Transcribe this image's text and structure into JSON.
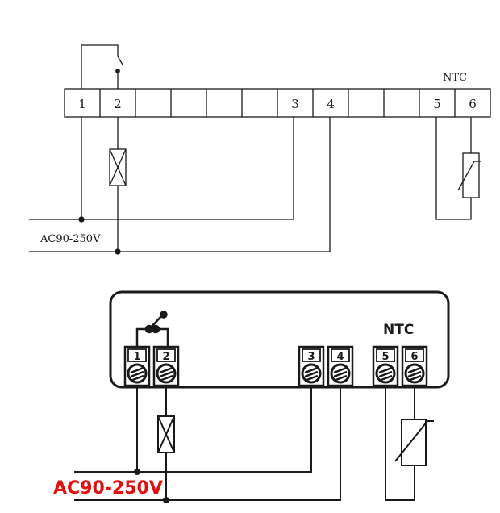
{
  "top_diagram": {
    "terminals": [
      "1",
      "2",
      "",
      "",
      "",
      "",
      "3",
      "4",
      "",
      "",
      "5",
      "6"
    ],
    "sensor_label": "NTC",
    "supply_label": "AC90-250V"
  },
  "bottom_diagram": {
    "terminals": [
      "1",
      "2",
      "3",
      "4",
      "5",
      "6"
    ],
    "sensor_label": "NTC",
    "supply_label": "AC90-250V"
  },
  "colors": {
    "line": "#1a1a1a",
    "supply_label_bottom": "#e01010",
    "terminal_fill": "#ffffff"
  }
}
